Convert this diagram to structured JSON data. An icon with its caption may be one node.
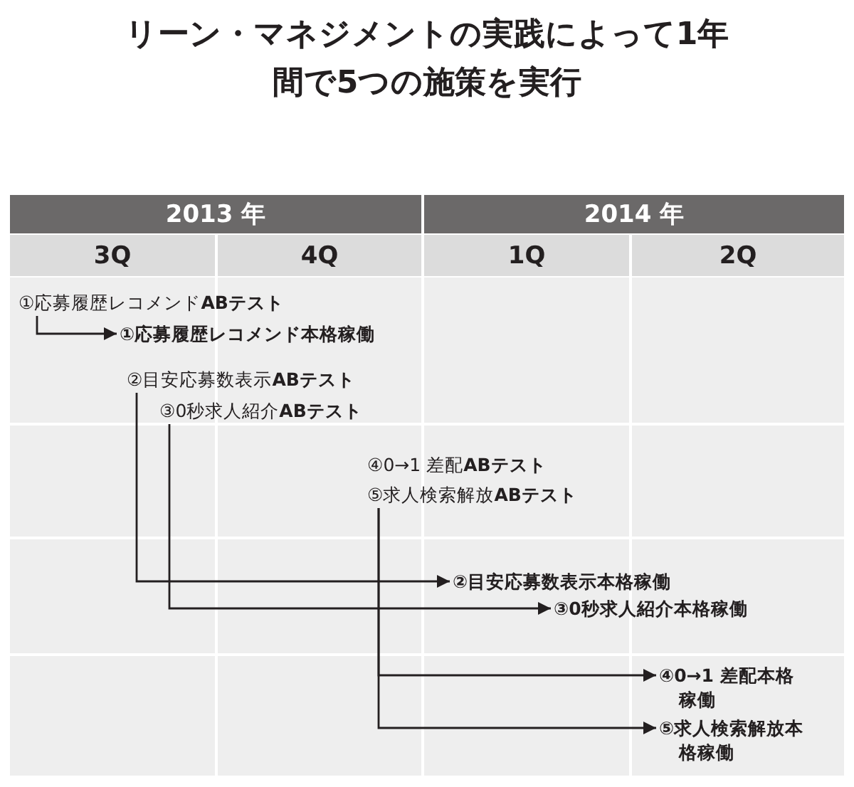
{
  "diagram": {
    "title": "リーン・マネジメントの実践によって1年間で5つの施策を実行",
    "nodes": [
      {
        "text": [
          "①応募履歴レコメンド**ABテスト**"
        ]
      },
      {
        "text": [
          "①応募履歴レコメンド本格稼働"
        ]
      },
      {
        "text": [
          "②目安応募数表示**ABテスト**"
        ]
      },
      {
        "text": [
          "③0秒求人紹介**ABテスト**"
        ]
      },
      {
        "text": [
          "④0→1 差配**ABテスト**"
        ]
      },
      {
        "text": [
          "⑤求人検索解放**ABテスト**"
        ]
      },
      {
        "text": [
          "②目安応募数表示本格稼働"
        ]
      },
      {
        "text": [
          "③0秒求人紹介本格稼働"
        ]
      },
      {
        "text": [
          "④0→1 差配本格稼働"
        ]
      },
      {
        "text": [
          "⑤求人検索解放本格稼働"
        ]
      }
    ],
    "edges": [
      {
        "from": 0,
        "to": 1,
        "arrow": "to"
      },
      {
        "from": 2,
        "to": 6,
        "arrow": "to"
      },
      {
        "from": 3,
        "to": 7,
        "arrow": "to"
      },
      {
        "from": 5,
        "to": 8,
        "arrow": "to"
      },
      {
        "from": 5,
        "to": 9,
        "arrow": "to"
      }
    ],
    "labels": [
      "2013 年",
      "2014 年",
      "3Q",
      "4Q",
      "1Q",
      "2Q"
    ]
  }
}
